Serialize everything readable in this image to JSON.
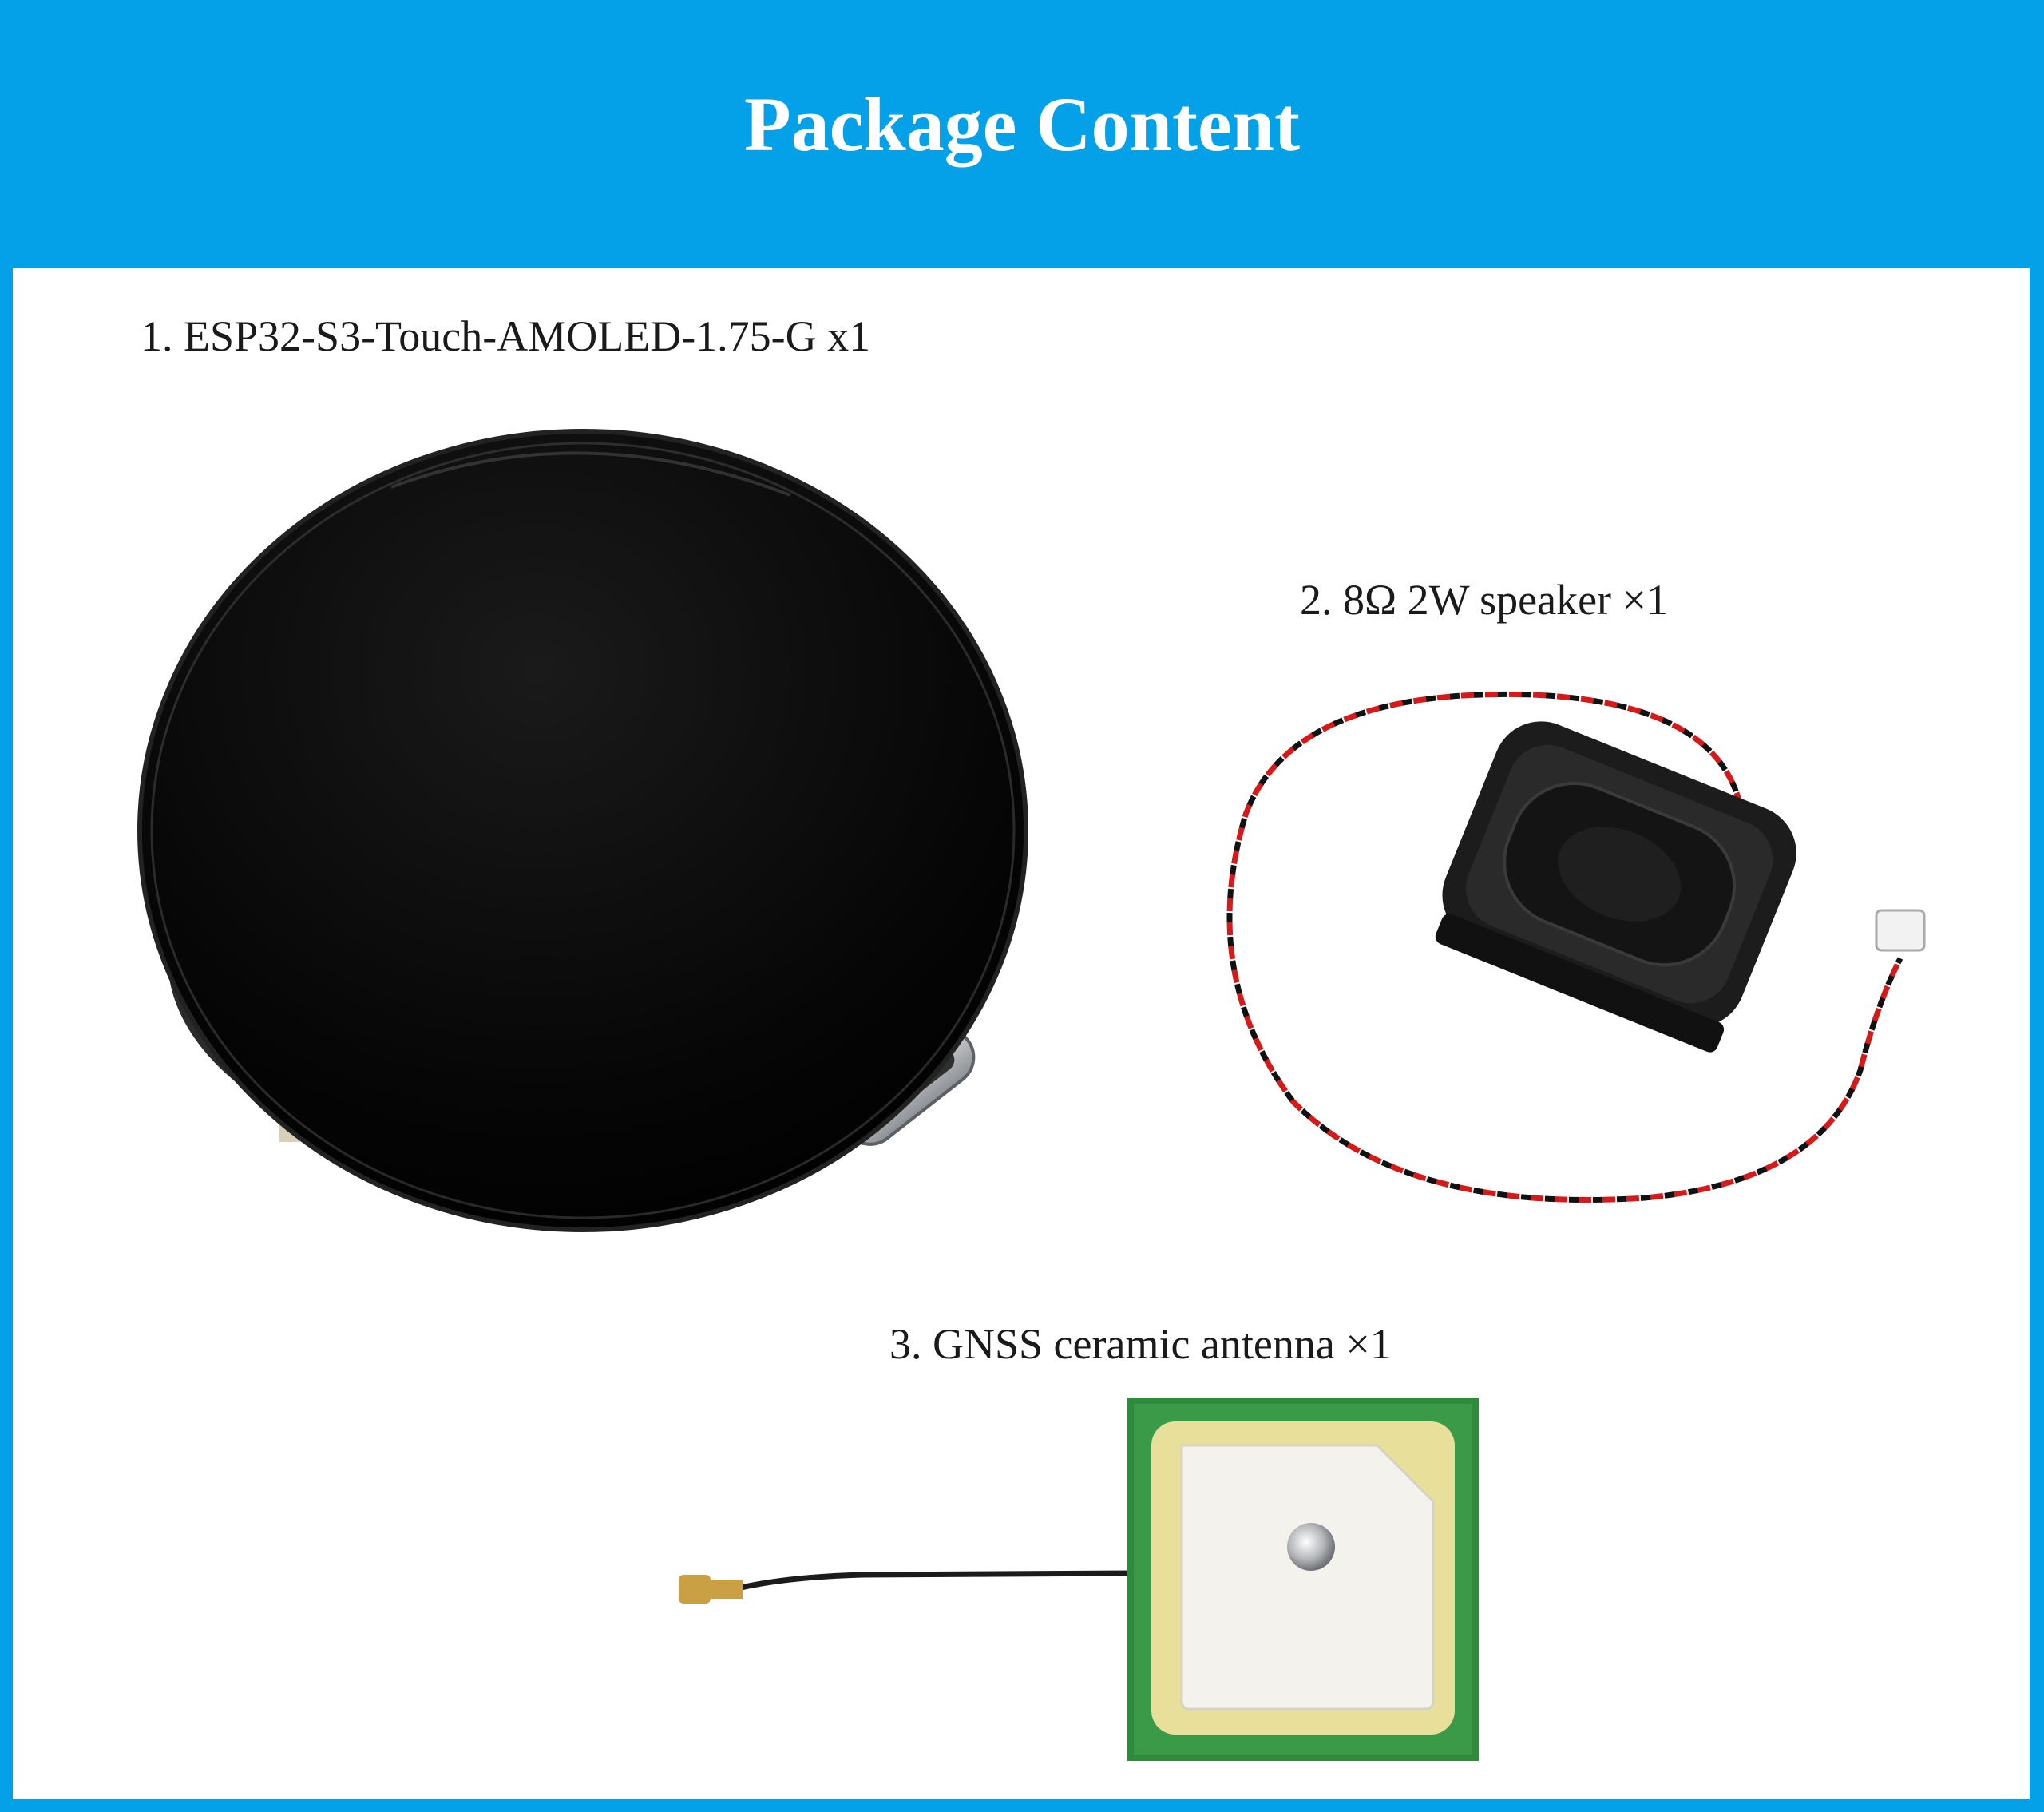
{
  "header": {
    "title": "Package Content",
    "background_color": "#04a0e8"
  },
  "items": [
    {
      "label": "1. ESP32-S3-Touch-AMOLED-1.75-G x1",
      "icon": "amoled-display-icon"
    },
    {
      "label": "2. 8Ω 2W speaker ×1",
      "icon": "speaker-icon"
    },
    {
      "label": "3. GNSS ceramic antenna ×1",
      "icon": "gnss-antenna-icon"
    }
  ]
}
